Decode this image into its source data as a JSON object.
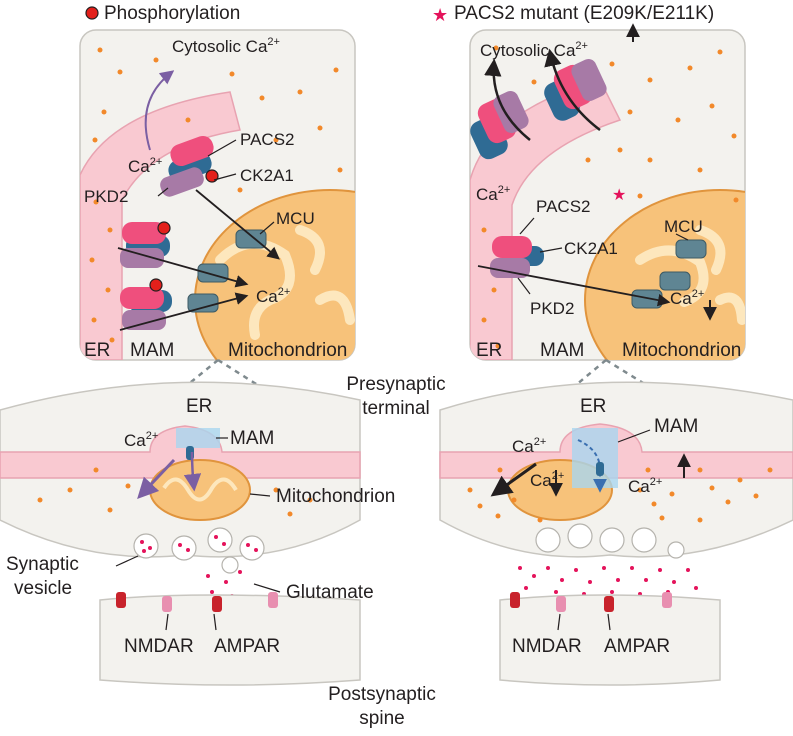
{
  "legend": {
    "phosphorylation": "Phosphorylation",
    "mutant": "PACS2 mutant (E209K/E211K)"
  },
  "ca_base": "Ca",
  "ca_charge": "2+",
  "cytosolic_prefix": "Cytosolic Ca",
  "left_inset": {
    "pacs2": "PACS2",
    "ck2a1": "CK2A1",
    "pkd2": "PKD2",
    "mcu": "MCU",
    "er": "ER",
    "mam": "MAM",
    "mito": "Mitochondrion"
  },
  "right_inset": {
    "pacs2": "PACS2",
    "ck2a1": "CK2A1",
    "pkd2": "PKD2",
    "mcu": "MCU",
    "er": "ER",
    "mam": "MAM",
    "mito": "Mitochondrion"
  },
  "center": {
    "presynaptic_line1": "Presynaptic",
    "presynaptic_line2": "terminal",
    "postsynaptic_line1": "Postsynaptic",
    "postsynaptic_line2": "spine"
  },
  "left_synapse": {
    "er": "ER",
    "mam": "MAM",
    "mito": "Mitochondrion",
    "vesicle_line1": "Synaptic",
    "vesicle_line2": "vesicle",
    "glutamate": "Glutamate",
    "nmdar": "NMDAR",
    "ampar": "AMPAR"
  },
  "right_synapse": {
    "er": "ER",
    "mam": "MAM",
    "nmdar": "NMDAR",
    "ampar": "AMPAR"
  },
  "colors": {
    "er_fill": "#f9c9d1",
    "mito_fill": "#f7c27a",
    "mito_inner": "#fde7bd",
    "pacs2": "#ef4f7d",
    "pkd2": "#a77aa6",
    "ck2a1": "#2f6b94",
    "mcu": "#5f8593",
    "phospho_dot": "#e3201b",
    "calcium_dot": "#f2892a",
    "glutamate_dot": "#e4135b",
    "arrow_purple": "#7b5fa3",
    "mam_box": "#a9d6ef"
  }
}
